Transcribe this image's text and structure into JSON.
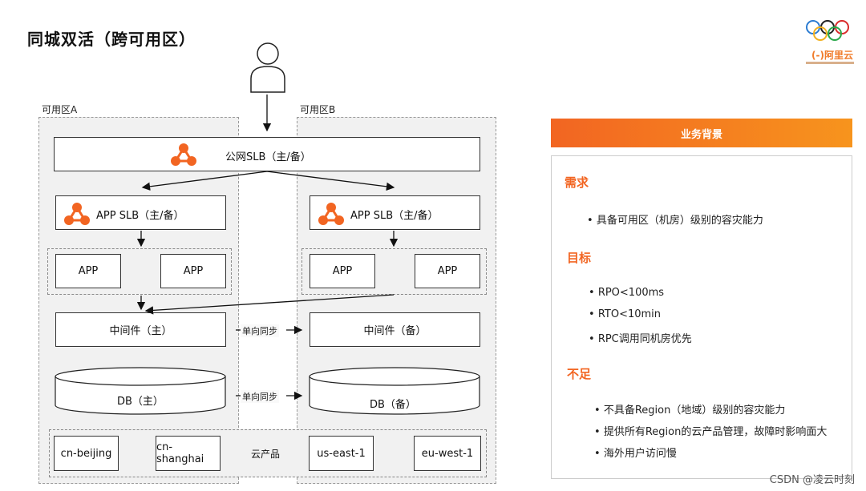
{
  "title": "同城双活（跨可用区）",
  "logo": {
    "text": "阿里云",
    "bracket": "(-)"
  },
  "zones": [
    {
      "label": "可用区A"
    },
    {
      "label": "可用区B"
    }
  ],
  "public_slb": "公网SLB（主/备）",
  "app_slb_a": "APP SLB（主/备）",
  "app_slb_b": "APP SLB（主/备）",
  "app_labels": [
    "APP",
    "APP",
    "APP",
    "APP"
  ],
  "middleware_a": "中间件（主）",
  "middleware_b": "中间件（备）",
  "db_a": "DB（主）",
  "db_b": "DB（备）",
  "sync_label_1": "单向同步",
  "sync_label_2": "单向同步",
  "regions": [
    "cn-beijing",
    "cn-shanghai",
    "us-east-1",
    "eu-west-1"
  ],
  "cloud_product": "云产品",
  "panel": {
    "header": "业务背景",
    "sections": [
      {
        "title": "需求",
        "items": [
          "具备可用区（机房）级别的容灾能力"
        ]
      },
      {
        "title": "目标",
        "items": [
          "RPO<100ms",
          "RTO<10min",
          "RPC调用同机房优先"
        ]
      },
      {
        "title": "不足",
        "items": [
          "不具备Region（地域）级别的容灾能力",
          "提供所有Region的云产品管理，故障时影响面大",
          "海外用户访问慢"
        ]
      }
    ]
  },
  "watermark": "CSDN @凌云时刻",
  "colors": {
    "accent": "#f26522",
    "accent_light": "#f7941d"
  }
}
